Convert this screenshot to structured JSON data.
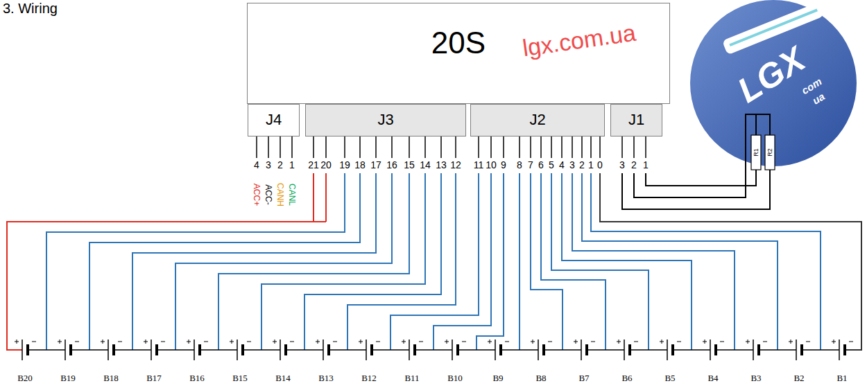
{
  "diagram": {
    "title": "3. Wiring",
    "nodes": [
      {
        "text": [
          "20S"
        ]
      },
      {
        "text": [
          "J4"
        ]
      },
      {
        "text": [
          "J3"
        ]
      },
      {
        "text": [
          "J2"
        ]
      },
      {
        "text": [
          "J1"
        ]
      }
    ],
    "labels": [
      "lgx.com.ua",
      "LGX",
      "com",
      "ua",
      "4",
      "3",
      "2",
      "1",
      "ACC+",
      "ACC-",
      "CANH",
      "CANL",
      "21",
      "20",
      "19",
      "18",
      "17",
      "16",
      "15",
      "14",
      "13",
      "12",
      "11",
      "10",
      "9",
      "8",
      "7",
      "6",
      "5",
      "4",
      "3",
      "2",
      "1",
      "0",
      "3",
      "2",
      "1",
      "R1",
      "R2",
      "B20",
      "B19",
      "B18",
      "B17",
      "B16",
      "B15",
      "B14",
      "B13",
      "B12",
      "B11",
      "B10",
      "B9",
      "B8",
      "B7",
      "B6",
      "B5",
      "B4",
      "B3",
      "B2",
      "B1"
    ]
  }
}
